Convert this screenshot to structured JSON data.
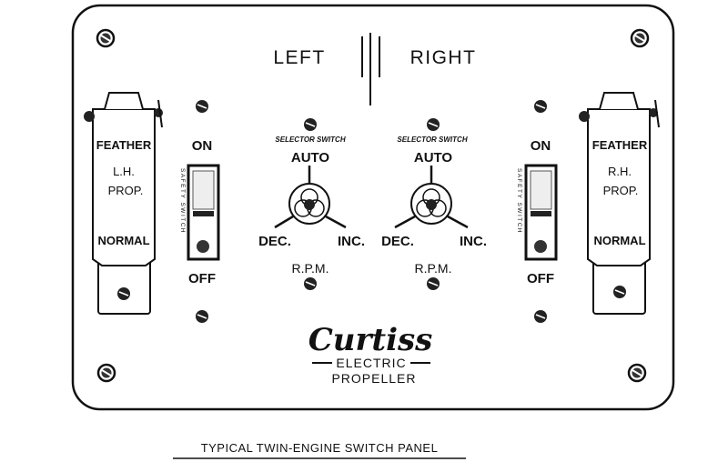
{
  "header": {
    "left": "LEFT",
    "right": "RIGHT"
  },
  "left_feather": {
    "top": "FEATHER",
    "line1": "L.H.",
    "line2": "PROP.",
    "bottom": "NORMAL"
  },
  "right_feather": {
    "top": "FEATHER",
    "line1": "R.H.",
    "line2": "PROP.",
    "bottom": "NORMAL"
  },
  "safety_switch": {
    "on": "ON",
    "off": "OFF",
    "label": "SAFETY SWITCH"
  },
  "selector": {
    "title": "SELECTOR SWITCH",
    "auto": "AUTO",
    "dec": "DEC.",
    "inc": "INC.",
    "rpm": "R.P.M."
  },
  "logo": {
    "brand": "Curtiss",
    "line1": "ELECTRIC",
    "line2": "PROPELLER"
  },
  "caption": "TYPICAL TWIN-ENGINE SWITCH PANEL"
}
